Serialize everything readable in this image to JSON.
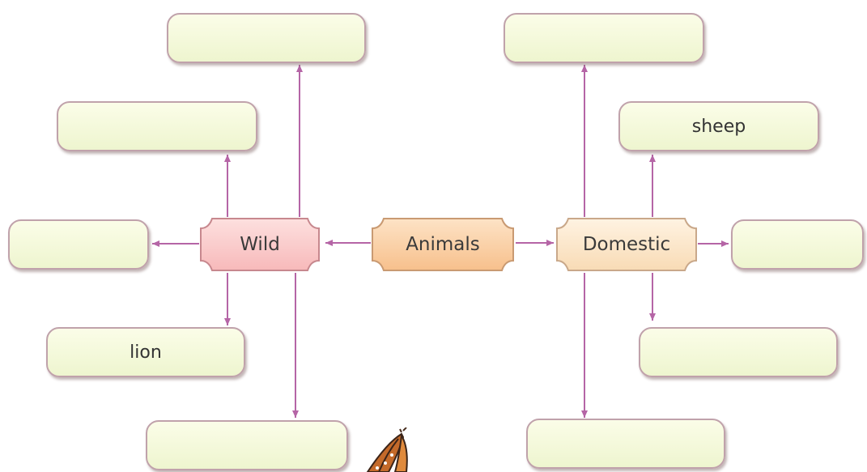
{
  "diagram": {
    "center": {
      "label": "Animals"
    },
    "categories": {
      "wild": {
        "label": "Wild",
        "entries": [
          "",
          "",
          "",
          "lion",
          ""
        ]
      },
      "domestic": {
        "label": "Domestic",
        "entries": [
          "",
          "sheep",
          "",
          "",
          ""
        ]
      }
    }
  },
  "colors": {
    "connector": "#b565a6",
    "leaf_fill": "#f4f8dc",
    "leaf_border": "#c0a2ab",
    "wild_fill": "#f9c9c9",
    "center_fill": "#f9cf9f",
    "domestic_fill": "#fbe6c6"
  }
}
